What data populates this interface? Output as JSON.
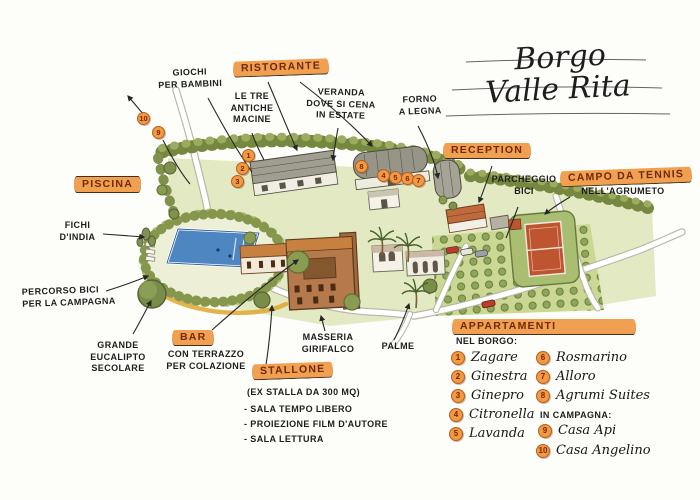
{
  "title": {
    "line1": "Borgo",
    "line2": "Valle Rita"
  },
  "labels": {
    "giochi": "GIOCHI\nPER BAMBINI",
    "ristorante": "RISTORANTE",
    "macine": "LE TRE\nANTICHE\nMACINE",
    "veranda": "VERANDA\nDOVE SI CENA\nIN ESTATE",
    "forno": "FORNO\nA LEGNA",
    "reception": "RECEPTION",
    "parcheggio": "PARCHEGGIO\nBICI",
    "campo_tennis": "CAMPO DA TENNIS",
    "agrumeto": "NELL'AGRUMETO",
    "piscina": "PISCINA",
    "fichi": "FICHI\nD'INDIA",
    "percorso": "PERCORSO BICI\nPER LA CAMPAGNA",
    "eucalipto": "GRANDE\nEUCALIPTO\nSECOLARE",
    "bar": "BAR",
    "bar_sub": "CON TERRAZZO\nPER COLAZIONE",
    "masseria": "MASSERIA\nGIRIFALCO",
    "palme": "PALME",
    "stallone": "STALLONE",
    "stallone_sub": "(EX STALLA DA 300 MQ)",
    "stallone_items": [
      "- SALA TEMPO LIBERO",
      "- PROIEZIONE FILM D'AUTORE",
      "- SALA LETTURA"
    ]
  },
  "legend": {
    "title": "APPARTAMENTI",
    "nel_borgo": "NEL BORGO:",
    "in_campagna": "IN CAMPAGNA:",
    "borgo_items": [
      {
        "num": "1",
        "name": "Zagare"
      },
      {
        "num": "2",
        "name": "Ginestra"
      },
      {
        "num": "3",
        "name": "Ginepro"
      },
      {
        "num": "4",
        "name": "Citronella"
      },
      {
        "num": "5",
        "name": "Lavanda"
      },
      {
        "num": "6",
        "name": "Rosmarino"
      },
      {
        "num": "7",
        "name": "Alloro"
      },
      {
        "num": "8",
        "name": "Agrumi Suites"
      }
    ],
    "campagna_items": [
      {
        "num": "9",
        "name": "Casa Api"
      },
      {
        "num": "10",
        "name": "Casa Angelino"
      }
    ]
  },
  "map_markers": [
    "10",
    "9",
    "1",
    "2",
    "3",
    "8",
    "4",
    "5",
    "6",
    "7"
  ],
  "colors": {
    "highlight": "#F0A050",
    "marker_fill": "#F09A42",
    "marker_border": "#B85C1E",
    "marker_text": "#7A2508",
    "pool": "#4E86C2",
    "court": "#BF5530",
    "hedge": "#76883F"
  }
}
